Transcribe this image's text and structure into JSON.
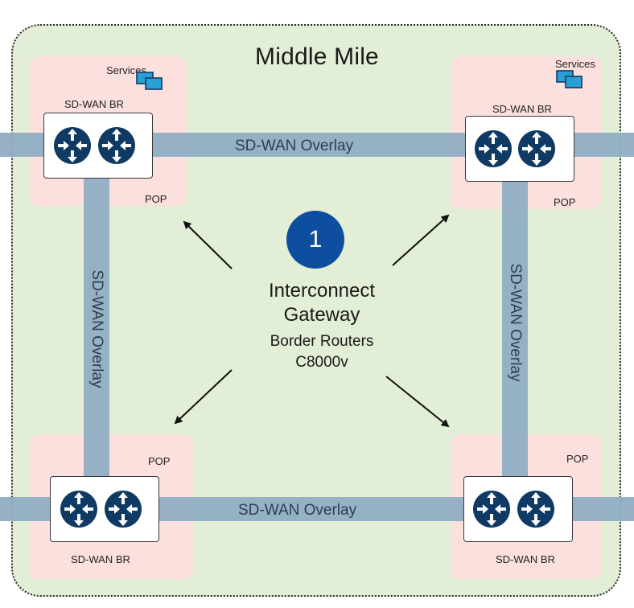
{
  "title": "Middle Mile",
  "badge": "1",
  "center": {
    "line1": "Interconnect",
    "line2": "Gateway",
    "line3": "Border Routers",
    "line4": "C8000v"
  },
  "overlay_label": "SD-WAN Overlay",
  "overlay_label_vertical_left": "SD-WAN  Overlay",
  "overlay_label_vertical_right": "SD-WAN  Overlay",
  "pops": {
    "top_left": {
      "services": "Services",
      "router": "SD-WAN BR",
      "pop": "POP"
    },
    "top_right": {
      "services": "Services",
      "router": "SD-WAN BR",
      "pop": "POP"
    },
    "bottom_left": {
      "router": "SD-WAN BR",
      "pop": "POP"
    },
    "bottom_right": {
      "router": "SD-WAN BR",
      "pop": "POP"
    }
  },
  "colors": {
    "container": "#e2efd6",
    "pop": "#fbe0dd",
    "overlay": "#90adc3",
    "router": "#0f3a63",
    "badge": "#0d4f9e"
  },
  "icons": [
    "router-icon",
    "services-icon",
    "arrow-icon"
  ]
}
